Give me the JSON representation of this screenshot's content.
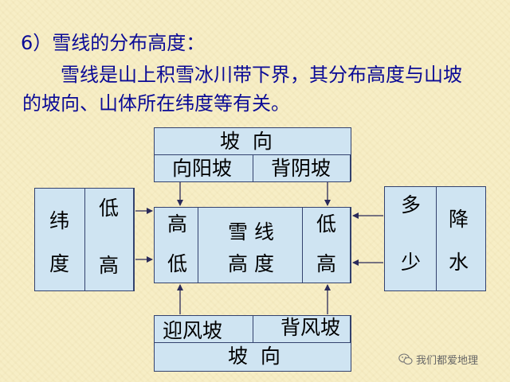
{
  "heading": "6）雪线的分布高度：",
  "paragraph": "雪线是山上积雪冰川带下界，其分布高度与山坡的坡向、山体所在纬度等有关。",
  "diagram": {
    "top_box": {
      "title": "坡  向",
      "left": "向阳坡",
      "right": "背阴坡"
    },
    "bottom_box": {
      "left": "迎风坡",
      "right": "背风坡",
      "title": "坡  向"
    },
    "left_box": {
      "title": [
        "纬",
        "度"
      ],
      "values": [
        "低",
        "高"
      ]
    },
    "right_box": {
      "title": [
        "降",
        "水"
      ],
      "values": [
        "多",
        "少"
      ]
    },
    "center_box": {
      "left_values": [
        "高",
        "低"
      ],
      "title_line1": "雪 线",
      "title_line2": "高 度",
      "right_values": [
        "低",
        "高"
      ]
    }
  },
  "watermark": {
    "icon": "wechat-icon",
    "text": "我们都爱地理"
  }
}
